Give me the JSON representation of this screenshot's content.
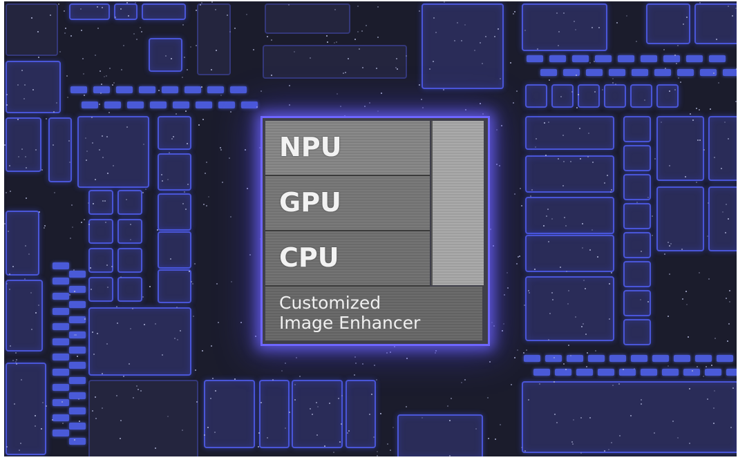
{
  "chip": {
    "labels": [
      "NPU",
      "GPU",
      "CPU"
    ],
    "enhancer_line1": "Customized",
    "enhancer_line2": "Image Enhancer"
  },
  "colors": {
    "board": "#1b1c2c",
    "glow": "#6e66ff",
    "component": "#4a56d8"
  }
}
